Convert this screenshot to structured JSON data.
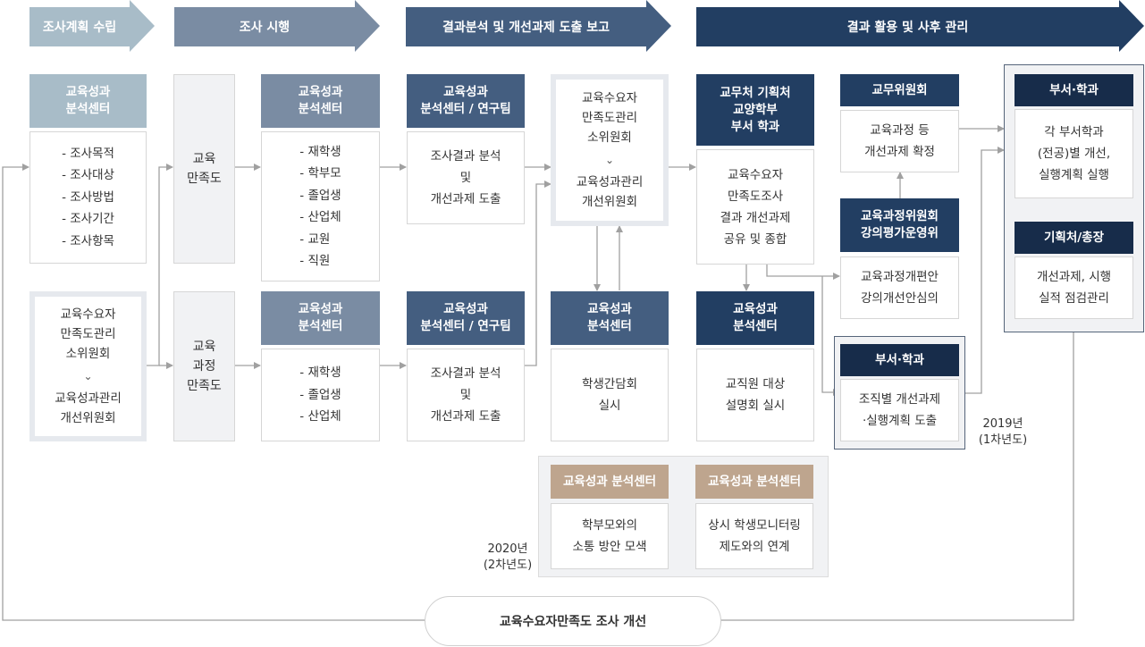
{
  "colors": {
    "phase1": "#a8bcc8",
    "phase2": "#7a8ca3",
    "phase3": "#445e80",
    "phase4": "#223e62",
    "header_light": "#a8bcc8",
    "header_mid": "#7a8ca3",
    "header_blue": "#445e80",
    "header_navy": "#223e62",
    "header_darknavy": "#172c4a",
    "header_tan": "#bea58e",
    "connector": "#a0a0a0"
  },
  "phases": [
    {
      "label": "조사계획 수립"
    },
    {
      "label": "조사 시행"
    },
    {
      "label": "결과분석 및 개선과제 도출 보고"
    },
    {
      "label": "결과 활용 및 사후 관리"
    }
  ],
  "plan": {
    "header": "교육성과\n분석센터",
    "items": [
      "- 조사목적",
      "- 조사대상",
      "- 조사방법",
      "- 조사기간",
      "- 조사항목"
    ],
    "committee_top": "교육수요자\n만족도관리\n소위원회",
    "committee_chevron": "⌄",
    "committee_bottom": "교육성과관리\n개선위원회"
  },
  "categories": {
    "education": "교육\n만족도",
    "curriculum": "교육\n과정\n만족도"
  },
  "survey": {
    "top_header": "교육성과\n분석센터",
    "top_items": [
      "- 재학생",
      "- 학부모",
      "- 졸업생",
      "- 산업체",
      "- 교원",
      "- 직원"
    ],
    "bottom_header": "교육성과\n분석센터",
    "bottom_items": [
      "- 재학생",
      "- 졸업생",
      "- 산업체"
    ]
  },
  "analysis": {
    "top_header": "교육성과\n분석센터 / 연구팀",
    "top_body": "조사결과 분석\n및\n개선과제 도출",
    "bottom_header": "교육성과\n분석센터 / 연구팀",
    "bottom_body": "조사결과 분석\n및\n개선과제 도출",
    "committee_top": "교육수요자\n만족도관리\n소위원회",
    "committee_chevron": "⌄",
    "committee_bottom": "교육성과관리\n개선위원회",
    "center_header": "교육성과\n분석센터",
    "center_body": "학생간담회\n실시"
  },
  "utilization": {
    "share_header": "교무처 기획처\n교양학부\n부서 학과",
    "share_body": "교육수요자\n만족도조사\n결과 개선과제\n공유 및 종합",
    "staff_header": "교육성과\n분석센터",
    "staff_body": "교직원 대상\n설명회 실시",
    "academic_header": "교무위원회",
    "academic_body": "교육과정 등\n개선과제 확정",
    "curriculum_header": "교육과정위원회\n강의평가운영위",
    "curriculum_body": "교육과정개편안\n강의개선안심의",
    "dept_header": "부서·학과",
    "dept_body": "조직별 개선과제\n·실행계획 도출",
    "exec_header": "부서·학과",
    "exec_body": "각 부서학과\n(전공)별 개선,\n실행계획 실행",
    "review_header": "기획처/총장",
    "review_body": "개선과제, 시행\n실적 점검관리"
  },
  "year2019": "2019년\n(1차년도)",
  "year2020": "2020년\n(2차년도)",
  "plans2020": [
    {
      "header": "교육성과 분석센터",
      "body": "학부모와의\n소통 방안 모색"
    },
    {
      "header": "교육성과 분석센터",
      "body": "상시 학생모니터링\n제도와의 연계"
    }
  ],
  "feedback_loop": "교육수요자만족도 조사 개선"
}
